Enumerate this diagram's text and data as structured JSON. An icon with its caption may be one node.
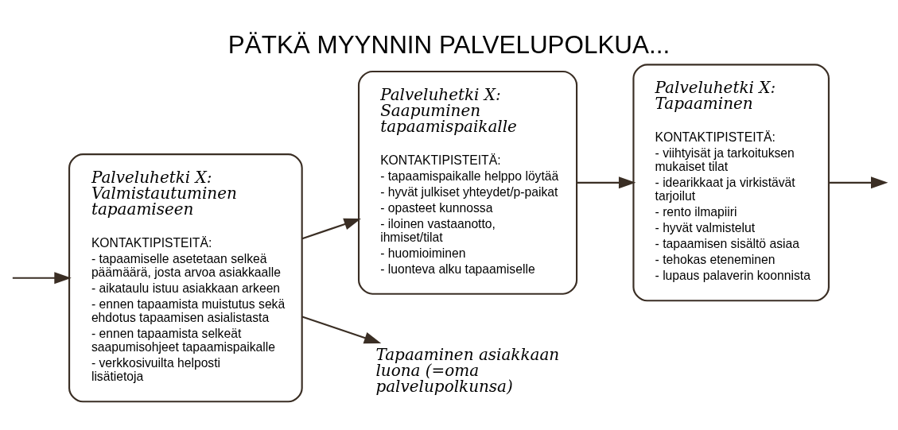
{
  "diagram": {
    "title": "PÄTKÄ MYYNNIN PALVELUPOLKUA...",
    "nodes": [
      {
        "text": [
          "Palveluhetki X: Valmistautuminen tapaamiseen",
          "KONTAKTIPISTEITÄ:",
          "- tapaamiselle asetetaan selkeä päämäärä, josta arvoa asiakkaalle",
          "- aikataulu istuu asiakkaan arkeen",
          "- ennen tapaamista muistutus sekä ehdotus tapaamisen asialistasta",
          "- ennen tapaamista selkeät saapumisohjeet tapaamispaikalle",
          "- verkkosivuilta helposti lisätietoja"
        ]
      },
      {
        "text": [
          "Palveluhetki X: Saapuminen tapaamispaikalle",
          "KONTAKTIPISTEITÄ:",
          "- tapaamispaikalle helppo löytää",
          "- hyvät julkiset yhteydet/p-paikat",
          "- opasteet kunnossa",
          "- iloinen vastaanotto, ihmiset/tilat",
          "- huomioiminen",
          "- luonteva alku tapaamiselle"
        ]
      },
      {
        "text": [
          "Palveluhetki X: Tapaaminen",
          "KONTAKTIPISTEITÄ:",
          "- viihtyisät ja tarkoituksen mukaiset tilat",
          "- idearikkaat ja virkistävät tarjoilut",
          "- rento ilmapiiri",
          "- hyvät valmistelut",
          "- tapaamisen sisältö asiaa",
          "- tehokas eteneminen",
          "- lupaus palaverin koonnista"
        ]
      },
      {
        "text": [
          "Tapaaminen asiakkaan luona (=oma palvelupolkunsa)"
        ]
      }
    ],
    "edges": [
      {
        "from": null,
        "to": 0,
        "arrow": "to"
      },
      {
        "from": 0,
        "to": 1,
        "arrow": "to"
      },
      {
        "from": 1,
        "to": 2,
        "arrow": "to"
      },
      {
        "from": 2,
        "to": null,
        "arrow": "to"
      },
      {
        "from": 0,
        "to": 3,
        "arrow": "to"
      }
    ]
  }
}
